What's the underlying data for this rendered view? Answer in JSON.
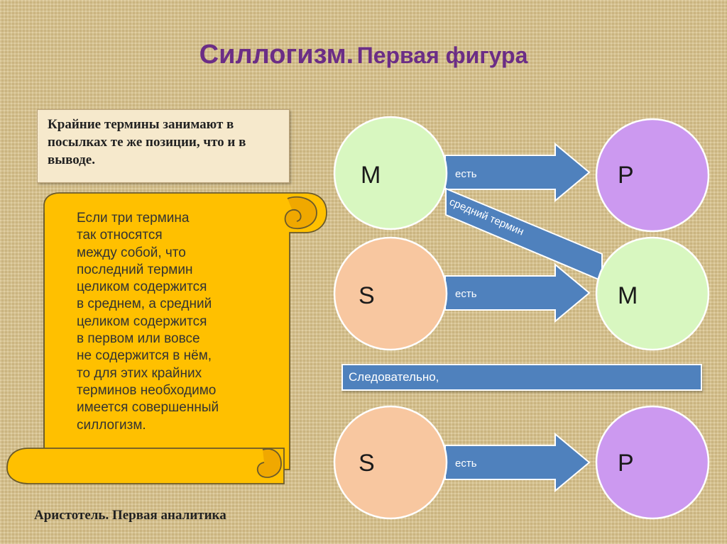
{
  "title": {
    "main": "Силлогизм.",
    "sub": "Первая фигура"
  },
  "note": "Крайние термины занимают в посылках те же позиции, что и в выводе.",
  "scroll_text": "Если три термина\nтак относятся\nмежду собой, что\nпоследний термин\nцеликом содержится\nв среднем, а средний\nцеликом содержится\nв первом или вовсе\nне содержится в нём,\nто для этих крайних\nтерминов необходимо\nимеется совершенный\nсиллогизм.",
  "source": "Аристотель. Первая аналитика",
  "diagram": {
    "premise1": {
      "subject": "M",
      "predicate": "P",
      "link": "есть"
    },
    "premise2": {
      "subject": "S",
      "predicate": "M",
      "link": "есть"
    },
    "middle_term_label": "средний термин",
    "therefore": "Следовательно,",
    "conclusion": {
      "subject": "S",
      "predicate": "P",
      "link": "есть"
    }
  },
  "colors": {
    "title": "#6b2d86",
    "circle_m": "#d8f7c0",
    "circle_p": "#cc99f0",
    "circle_s": "#f8c7a0",
    "arrow": "#4f81bd",
    "scroll": "#ffc000"
  }
}
